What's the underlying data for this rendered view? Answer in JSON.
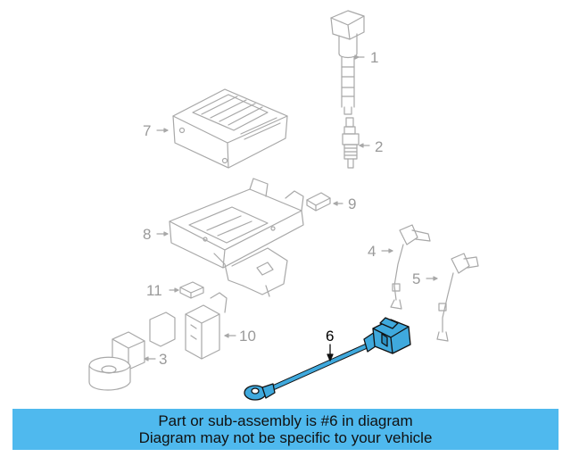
{
  "colors": {
    "highlight_part": "#3fa9dd",
    "banner_background": "#4fb9ee",
    "faded_parts": "#a8a8a8"
  },
  "callouts": [
    {
      "number": "1",
      "part": "ignition-coil",
      "highlighted": false
    },
    {
      "number": "2",
      "part": "spark-plug",
      "highlighted": false
    },
    {
      "number": "3",
      "part": "sensor-lower-left",
      "highlighted": false
    },
    {
      "number": "4",
      "part": "sensor-with-lead-left",
      "highlighted": false
    },
    {
      "number": "5",
      "part": "sensor-with-lead-right",
      "highlighted": false
    },
    {
      "number": "6",
      "part": "knock-sensor",
      "highlighted": true
    },
    {
      "number": "7",
      "part": "ecm",
      "highlighted": false
    },
    {
      "number": "8",
      "part": "bracket",
      "highlighted": false
    },
    {
      "number": "9",
      "part": "chip",
      "highlighted": false
    },
    {
      "number": "10",
      "part": "module",
      "highlighted": false
    },
    {
      "number": "11",
      "part": "clip",
      "highlighted": false
    }
  ],
  "banner": {
    "line1": "Part or sub-assembly is #6 in diagram",
    "line2": "Diagram may not be specific to your vehicle"
  }
}
